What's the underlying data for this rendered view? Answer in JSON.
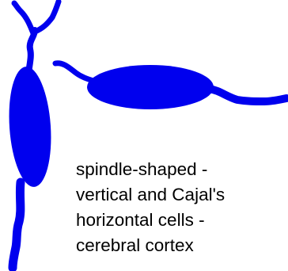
{
  "colors": {
    "cell_fill": "#0000ee",
    "text": "#000000",
    "background": "#ffffff"
  },
  "caption": {
    "lines": [
      "spindle-shaped -",
      "vertical and Cajal's",
      "horizontal cells -",
      "cerebral cortex"
    ]
  }
}
